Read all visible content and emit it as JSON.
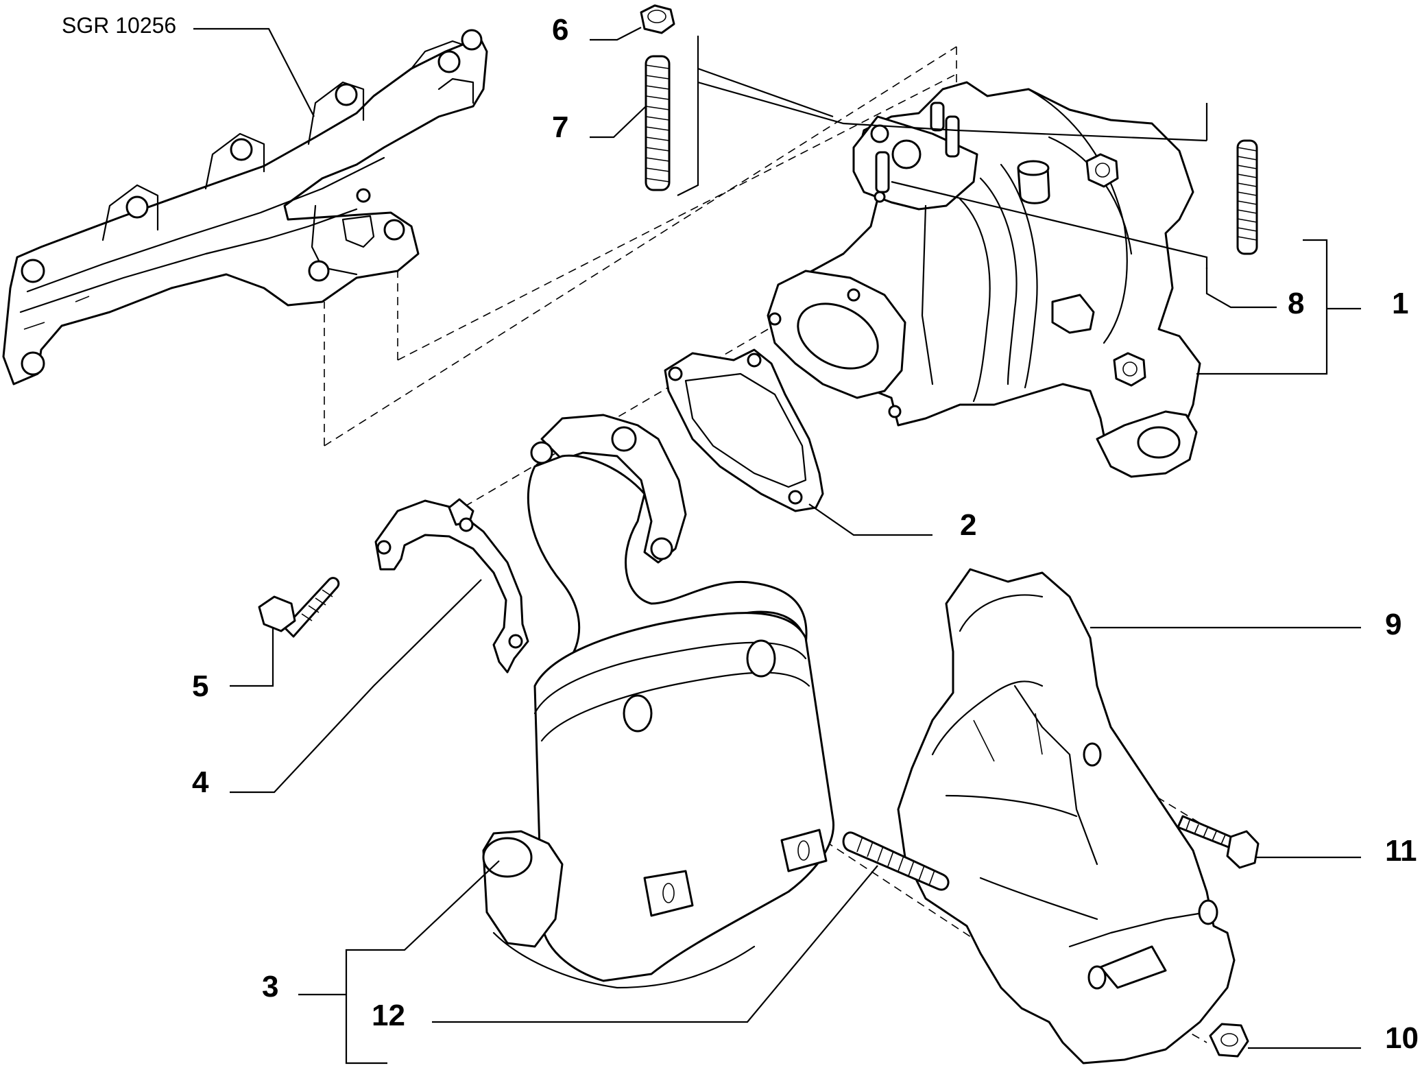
{
  "drawing_code": "SGR 10256",
  "callouts": {
    "c1": "1",
    "c2": "2",
    "c3": "3",
    "c4": "4",
    "c5": "5",
    "c6": "6",
    "c7": "7",
    "c8": "8",
    "c9": "9",
    "c10": "10",
    "c11": "11",
    "c12": "12"
  }
}
